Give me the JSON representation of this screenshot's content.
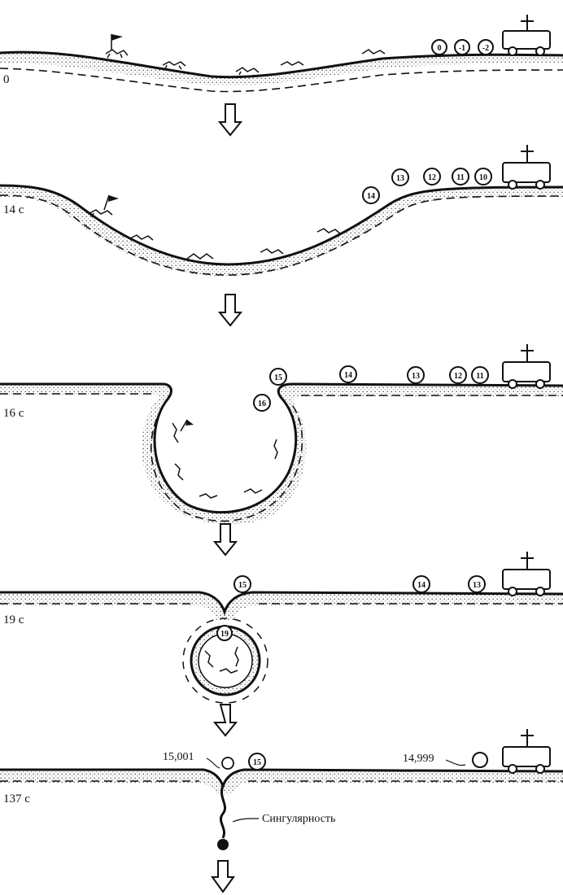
{
  "stages": [
    {
      "time": "0",
      "balls": [
        "0",
        "-1",
        "-2"
      ]
    },
    {
      "time": "14 с",
      "balls": [
        "14",
        "13",
        "12",
        "11",
        "10"
      ]
    },
    {
      "time": "16 с",
      "balls": [
        "15",
        "16",
        "14",
        "13",
        "12",
        "11"
      ]
    },
    {
      "time": "19 с",
      "balls": [
        "15",
        "19",
        "14",
        "13"
      ]
    },
    {
      "time": "137 с",
      "balls": [
        "15"
      ]
    }
  ],
  "annotations": {
    "left_clock": "15,001",
    "right_clock": "14,999",
    "singularity": "Сингулярность"
  },
  "colors": {
    "ink": "#111111",
    "paper": "#ffffff",
    "stipple": "#555555"
  }
}
